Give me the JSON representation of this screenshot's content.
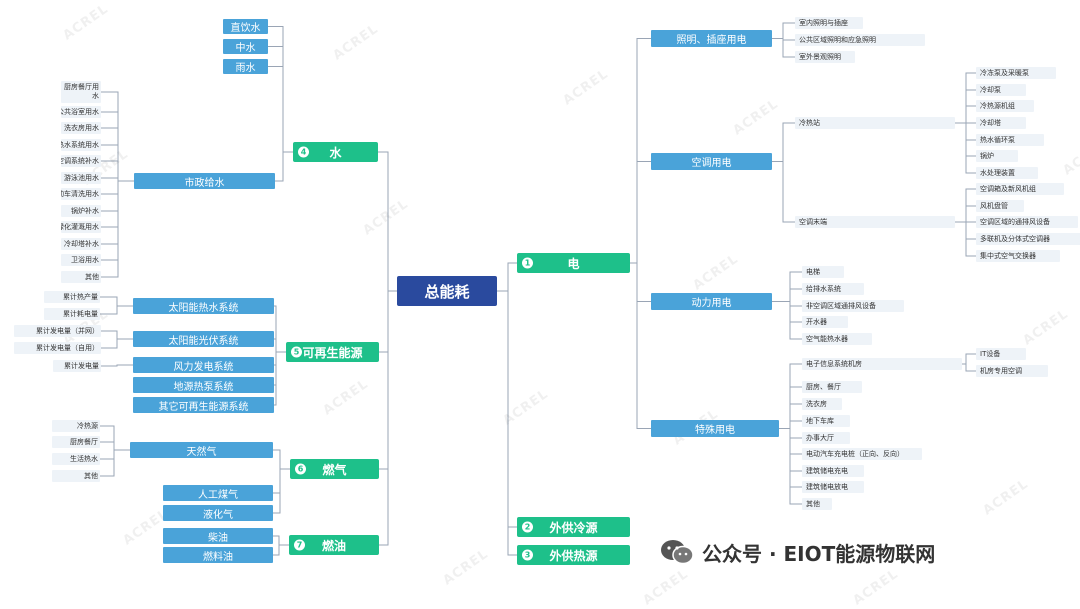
{
  "watermark": "ACREL",
  "footer": {
    "text": "公众号 · EIOT能源物联网"
  },
  "root": "总能耗",
  "colors": {
    "root": "#2a4a9e",
    "main": "#1ec08a",
    "sub": "#4aa3d9",
    "line": "#9aa5b5"
  },
  "categories": [
    {
      "num": "4",
      "label": "水",
      "side": "left",
      "children": [
        {
          "label": "直饮水",
          "type": "sub",
          "children": []
        },
        {
          "label": "中水",
          "type": "sub",
          "children": []
        },
        {
          "label": "雨水",
          "type": "sub",
          "children": []
        },
        {
          "label": "市政给水",
          "type": "sub",
          "children": [
            "厨房餐厅用水",
            "公共浴室用水",
            "洗衣房用水",
            "太阳能热水系统用水",
            "空调系统补水",
            "游泳池用水",
            "机动车清洗用水",
            "锅炉补水",
            "绿化灌溉用水",
            "冷却塔补水",
            "卫浴用水",
            "其他"
          ]
        }
      ]
    },
    {
      "num": "5",
      "label": "可再生能源",
      "side": "left",
      "children": [
        {
          "label": "太阳能热水系统",
          "type": "sub",
          "children": [
            "累计热产量",
            "累计耗电量"
          ]
        },
        {
          "label": "太阳能光伏系统",
          "type": "sub",
          "children": [
            "累计发电量（并网）",
            "累计发电量（自用）"
          ]
        },
        {
          "label": "风力发电系统",
          "type": "sub",
          "children": [
            "累计发电量"
          ]
        },
        {
          "label": "地源热泵系统",
          "type": "sub",
          "children": []
        },
        {
          "label": "其它可再生能源系统",
          "type": "sub",
          "children": []
        }
      ]
    },
    {
      "num": "6",
      "label": "燃气",
      "side": "left",
      "children": [
        {
          "label": "天然气",
          "type": "sub",
          "children": [
            "冷热源",
            "厨房餐厅",
            "生活热水",
            "其他"
          ]
        },
        {
          "label": "人工煤气",
          "type": "sub",
          "children": []
        },
        {
          "label": "液化气",
          "type": "sub",
          "children": []
        }
      ]
    },
    {
      "num": "7",
      "label": "燃油",
      "side": "left",
      "children": [
        {
          "label": "柴油",
          "type": "sub",
          "children": []
        },
        {
          "label": "燃料油",
          "type": "sub",
          "children": []
        }
      ]
    },
    {
      "num": "1",
      "label": "电",
      "side": "right",
      "children": [
        {
          "label": "照明、插座用电",
          "type": "sub",
          "children": [
            "室内照明与插座",
            "公共区域照明和应急照明",
            "室外景观照明"
          ]
        },
        {
          "label": "空调用电",
          "type": "sub",
          "children": [
            {
              "label": "冷热站",
              "children": [
                "冷冻泵及采暖泵",
                "冷却泵",
                "冷热源机组",
                "冷却塔",
                "热水循环泵",
                "锅炉",
                "水处理装置"
              ]
            },
            {
              "label": "空调末端",
              "children": [
                "空调箱及新风机组",
                "风机盘管",
                "空调区域的通排风设备",
                "多联机及分体式空调器",
                "集中式空气交换器"
              ]
            }
          ]
        },
        {
          "label": "动力用电",
          "type": "sub",
          "children": [
            "电梯",
            "给排水系统",
            "非空调区域通排风设备",
            "开水器",
            "空气能热水器"
          ]
        },
        {
          "label": "特殊用电",
          "type": "sub",
          "children": [
            {
              "label": "电子信息系统机房",
              "children": [
                "IT设备",
                "机房专用空调"
              ]
            },
            "厨房、餐厅",
            "洗衣房",
            "地下车库",
            "办事大厅",
            "电动汽车充电桩（正向、反向）",
            "建筑储电充电",
            "建筑储电放电",
            "其他"
          ]
        }
      ]
    },
    {
      "num": "2",
      "label": "外供冷源",
      "side": "right",
      "children": []
    },
    {
      "num": "3",
      "label": "外供热源",
      "side": "right",
      "children": []
    }
  ]
}
